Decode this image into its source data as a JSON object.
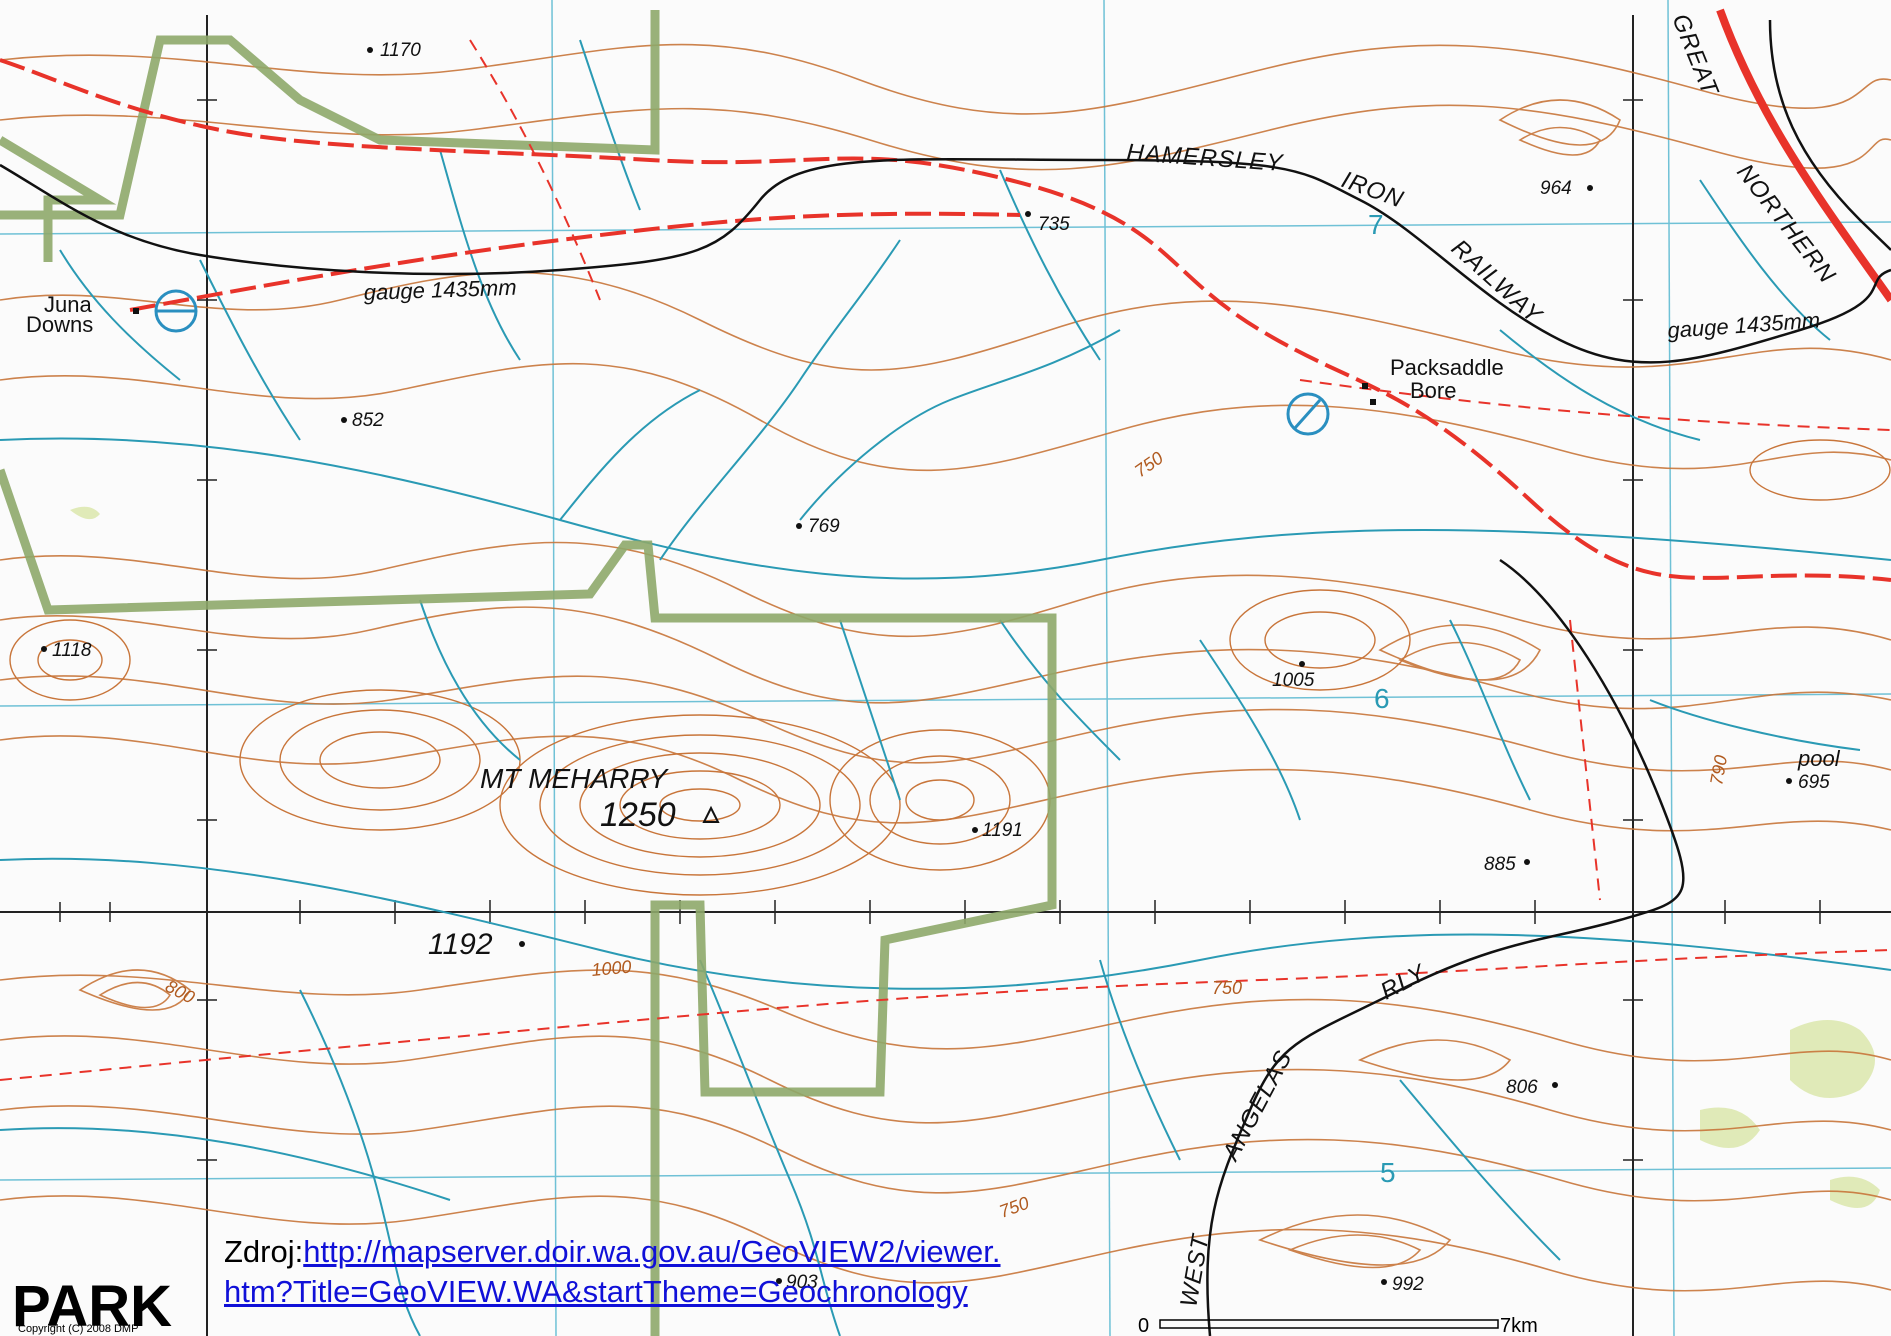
{
  "map": {
    "places": {
      "juna": "Juna",
      "downs": "Downs",
      "packsaddle": "Packsaddle",
      "bore": "Bore",
      "pool": "pool",
      "mountain": "MT MEHARRY"
    },
    "heights": {
      "h1170": "1170",
      "h735": "735",
      "h964": "964",
      "h852": "852",
      "h769": "769",
      "h1118": "1118",
      "h1005": "1005",
      "h695": "695",
      "h1250": "1250",
      "h1191": "1191",
      "h885": "885",
      "h1192": "1192",
      "h806": "806",
      "h903": "903",
      "h992": "992"
    },
    "contours": {
      "c750a": "750",
      "c790": "790",
      "c1000": "1000",
      "c800": "800",
      "c750b": "750",
      "c750c": "750"
    },
    "railways": {
      "hamersley": "HAMERSLEY",
      "iron": "IRON",
      "railway": "RAILWAY",
      "great": "GREAT",
      "northern": "NORTHERN",
      "gauge_left": "gauge 1435mm",
      "gauge_right": "gauge 1435mm",
      "west": "WEST",
      "angelas": "ANGELAS",
      "rly": "RLY"
    },
    "grid_numbers": {
      "g7": "7",
      "g6": "6",
      "g5": "5"
    },
    "park_label": "PARK",
    "copyright": "Copyright (C) 2008 DMP",
    "scale": {
      "start": "0",
      "end": "7km"
    },
    "colors": {
      "contour": "#c8753a",
      "stream": "#2a9ab4",
      "road": "#e8332a",
      "railway": "#111111",
      "boundary": "#7d9a5a",
      "grid": "#6fc1d6"
    }
  },
  "source": {
    "prefix": "Zdroj:",
    "link_line1": "http://mapserver.doir.wa.gov.au/GeoVIEW2/viewer.",
    "link_line2": "htm?Title=GeoVIEW.WA&startTheme=Geochronology"
  }
}
